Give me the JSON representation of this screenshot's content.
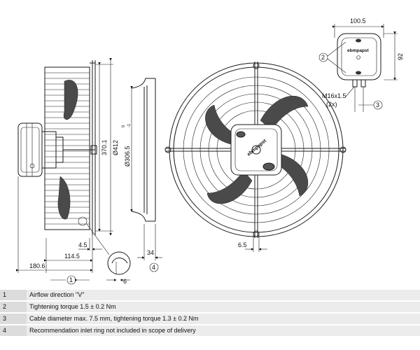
{
  "dimensions": {
    "top_width": "100.5",
    "box_height": "92",
    "callout_2": "2",
    "callout_3": "3",
    "thread": "M16x1.5",
    "thread_qty": "(2x)",
    "d_370": "370.1",
    "d_412": "Ø412",
    "d_306": "Ø306.5",
    "tol_upper": "0",
    "tol_lower": "-1",
    "d_4_5": "4.5",
    "d_114_5": "114.5",
    "d_180_6": "180.6",
    "d_6": "6",
    "d_34": "34",
    "d_6_5": "6.5",
    "callout_1": "1",
    "callout_4": "4",
    "brand": "ebmpapst"
  },
  "notes": [
    {
      "num": "1",
      "text": "Airflow direction \"V\""
    },
    {
      "num": "2",
      "text": "Tightening torque 1.5 ± 0.2 Nm"
    },
    {
      "num": "3",
      "text": "Cable diameter max. 7.5 mm, tightening torque 1.3 ± 0.2 Nm"
    },
    {
      "num": "4",
      "text": "Recommendation inlet ring not included in scope of delivery"
    }
  ]
}
